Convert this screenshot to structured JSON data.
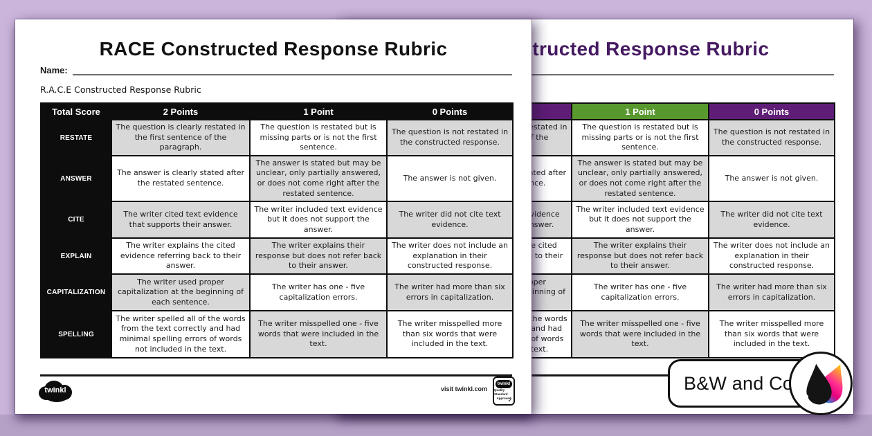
{
  "document": {
    "title": "RACE Constructed Response Rubric",
    "name_label": "Name:",
    "subtitle": "R.A.C.E Constructed Response Rubric"
  },
  "rubric": {
    "headers": [
      "Total Score",
      "2 Points",
      "1 Point",
      "0 Points"
    ],
    "rows": [
      {
        "label": "RESTATE",
        "cells": [
          "The question is clearly restated in the first sentence of the paragraph.",
          "The question is restated but is missing parts or is not the first sentence.",
          "The question is not restated in the constructed response."
        ]
      },
      {
        "label": "ANSWER",
        "cells": [
          "The answer is clearly stated after the restated sentence.",
          "The answer is stated but may be unclear, only partially answered, or does not come right after the restated sentence.",
          "The answer is not given."
        ]
      },
      {
        "label": "CITE",
        "cells": [
          "The writer cited text evidence that supports their answer.",
          "The writer included text evidence but it does not support the answer.",
          "The writer did not cite text evidence."
        ]
      },
      {
        "label": "EXPLAIN",
        "cells": [
          "The writer explains the cited evidence referring back to their answer.",
          "The writer explains their response but does not refer back to their answer.",
          "The writer does not include an explanation in their constructed response."
        ]
      },
      {
        "label": "CAPITALIZATION",
        "cells": [
          "The writer used proper capitalization at the beginning of each sentence.",
          "The writer has one - five capitalization errors.",
          "The writer had more than six errors in capitalization."
        ]
      },
      {
        "label": "SPELLING",
        "cells": [
          "The writer spelled all of the words from the text correctly and had minimal spelling errors of words not included in the text.",
          "The writer misspelled one - five words that were included in the text.",
          "The writer misspelled more than six words that were included in the text."
        ]
      }
    ]
  },
  "footer": {
    "logo_text": "twinkl",
    "visit_text": "visit twinkl.com",
    "badge_logo_text": "twinkl",
    "badge_line1": "Quality Standard",
    "badge_line2": "Approved",
    "badge_check": "✓"
  },
  "variant_badge": {
    "label": "B&W and Color"
  },
  "colors": {
    "background": "#cbb5da",
    "background_floor": "#b5a1c6",
    "bw_header_black": "#0d0d0d",
    "color_header_purple": "#5f1d76",
    "color_header_green": "#58982e",
    "color_title_purple": "#461a62",
    "cell_shaded_gray": "#d8d8d8",
    "cmyk_yellow": "#ffd800",
    "cmyk_magenta": "#e6007e",
    "cmyk_cyan": "#00a0e9"
  }
}
